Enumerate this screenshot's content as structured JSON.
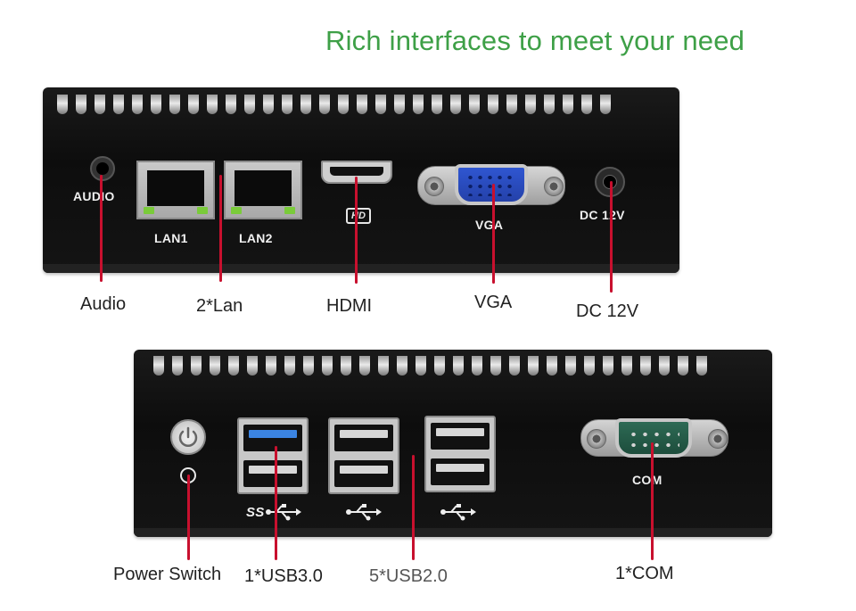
{
  "headline": "Rich interfaces to meet your need",
  "colors": {
    "accent": "#3ea047",
    "leader": "#c8102e",
    "device": "#111111"
  },
  "panels": {
    "rear_top": {
      "silkscreen": {
        "audio": "AUDIO",
        "lan1": "LAN1",
        "lan2": "LAN2",
        "vga": "VGA",
        "dc": "DC 12V",
        "hd_logo": "HD"
      },
      "captions": {
        "audio": "Audio",
        "lan": "2*Lan",
        "hdmi": "HDMI",
        "vga": "VGA",
        "dc": "DC 12V"
      }
    },
    "front_bottom": {
      "silkscreen": {
        "com": "COM",
        "ss_usb": "SS"
      },
      "captions": {
        "power": "Power Switch",
        "usb3": "1*USB3.0",
        "usb2": "5*USB2.0",
        "com": "1*COM"
      }
    }
  },
  "icons": [
    "audio-jack-icon",
    "power-icon",
    "usb-symbol-icon",
    "hd-logo-icon"
  ]
}
